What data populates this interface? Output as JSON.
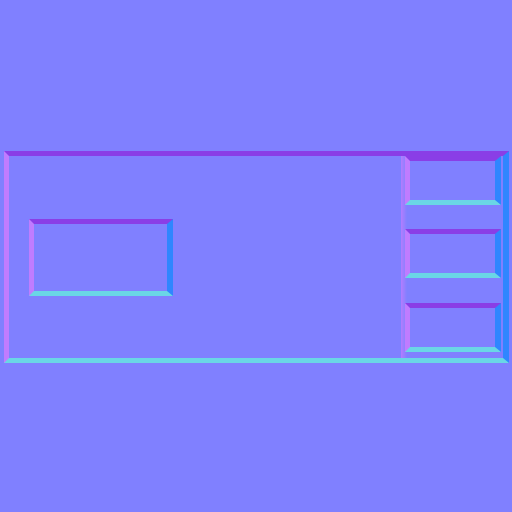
{
  "palette": {
    "background": "#8080ff",
    "edge_top": "#8a3ee6",
    "edge_left": "#c07cff",
    "edge_bottom": "#6ad6e6",
    "edge_right": "#2f86ff"
  },
  "elements": {
    "main_panel": "panel",
    "inset_box": "inset",
    "right_slots": [
      "slot-1",
      "slot-2",
      "slot-3"
    ]
  }
}
